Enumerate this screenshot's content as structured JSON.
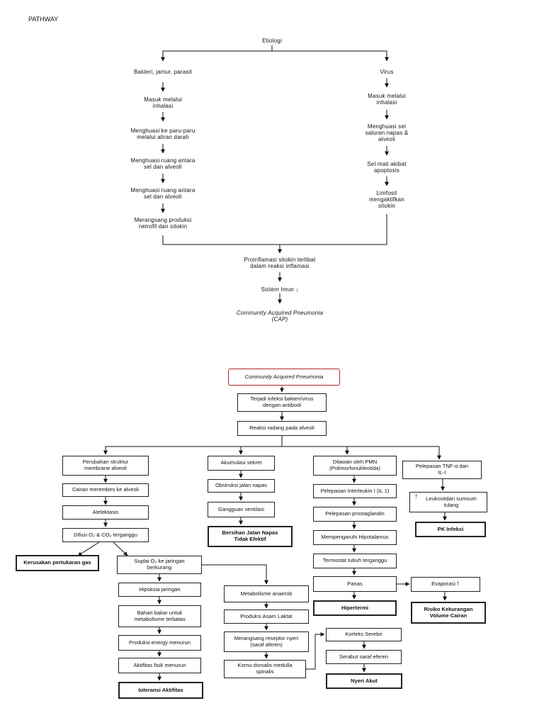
{
  "header": "PATHWAY",
  "upper": {
    "etiologi": "Etiologi",
    "left_branch": [
      "Bakteri, jamur, parasit",
      "Masuk melalui\ninhalasi",
      "Menghuasi ke paru-paru\nmelalui aliran darah",
      "Menghuasi ruang antara\nsel dan alveoli",
      "Menghuasi ruang antara\nsel dan alveoli",
      "Merangsang produksi\nnetrofil dan sitokin"
    ],
    "right_branch": [
      "Virus",
      "Masuk melalui\ninhalasi",
      "Menghuasi sel\nsaluran napas &\nalveoli",
      "Sel mati akibat\napoptosis",
      "Limfosit\nmengaktifkan\nsitokin"
    ],
    "merge": "Proinflamasi sitokin terlibat\ndalam reaksi inflamasi",
    "imun": "Sistem Imun ↓",
    "cap": "Community Acquired Pneumonia\n(CAP)"
  },
  "lower": {
    "cap_box": "Community Acquired Pneumonia",
    "infeksi": "Terjadi infeksi bakteri/virus\ndengan antibodi",
    "radang": "Reaksi radang pada alveoli",
    "col1": [
      "Perubahan struktur\nmembrane alveoli",
      "Cairan merembes ke alveoli",
      "Atelektasis",
      "Difusi O₂ & CO₂ terganggu"
    ],
    "kerusakan": "Kerusakan pertukaran gas",
    "suplai": "Suplai O₂ ke jaringan\nberkurang",
    "hipoksia_chain": [
      "Hipoksia jaringan",
      "Bahan bakar untuk\nmetabolisme terbatas",
      "Produksi energy menurun",
      "Aktifitas fisik menurun"
    ],
    "toleransi": "toleransi Aktifitas",
    "col2": [
      "Akumulasi sekret",
      "Obstruksi jalan napas",
      "Gangguan ventilasi"
    ],
    "bersihan": "Bersihan Jalan Napas\nTidak Efektif",
    "metab_chain": [
      "Metabolisme anaerob",
      "Produksi Asam Laktat",
      "Merangsang reseptor nyeri\n(saraf aferen)",
      "Kornu dorsalis medulla\nspinalis"
    ],
    "col3": [
      "Dilawan oleh PMN\n(Polimorfonukleotida)",
      "Pelepasan Interleukin I (IL 1)",
      "Pelepasan prostaglandin",
      "Mempengaruhi Hipotalamus",
      "Termostat tubuh terganggu",
      "Panas"
    ],
    "hipertermi": "Hipertermi",
    "korteks": "Korteks Serebri",
    "serabut": "Serabut saraf eferen",
    "nyeri": "Nyeri Akut",
    "evaporasi": "Evaporasi",
    "evap_arrow": "↑",
    "risiko": "Risiko Kekurangan\nVolume Cairan",
    "tnf": "Pelepasan TNF-α dan\nIL-I",
    "leukosit": "Leukositdari sumsum\ntulang",
    "leukosit_arrow": "↑",
    "pk": "PK Infeksi"
  }
}
